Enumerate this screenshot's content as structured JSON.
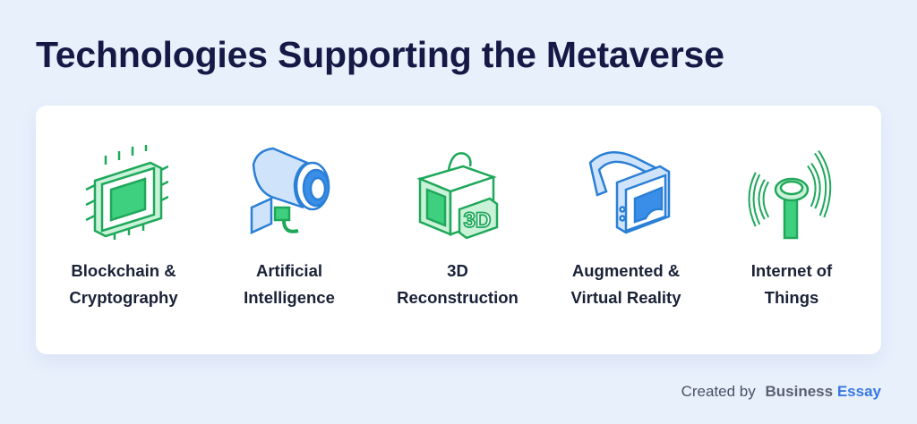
{
  "title": "Technologies Supporting the Metaverse",
  "items": [
    {
      "line1": "Blockchain &",
      "line2": "Cryptography",
      "icon": "chip-icon"
    },
    {
      "line1": "Artificial",
      "line2": "Intelligence",
      "icon": "camera-icon"
    },
    {
      "line1": "3D",
      "line2": "Reconstruction",
      "icon": "3d-printer-icon",
      "icon_text": "3D"
    },
    {
      "line1": "Augmented &",
      "line2": "Virtual Reality",
      "icon": "vr-headset-icon"
    },
    {
      "line1": "Internet of",
      "line2": "Things",
      "icon": "antenna-icon"
    }
  ],
  "footer": {
    "prefix": "Created by",
    "brand_part1": "Business",
    "brand_part2": "Essay"
  },
  "colors": {
    "background": "#e8f0fc",
    "title": "#141a45",
    "green": "#27c46b",
    "light_green": "#c9f2d8",
    "blue": "#3a8ee8",
    "light_blue": "#cfe4fb"
  }
}
